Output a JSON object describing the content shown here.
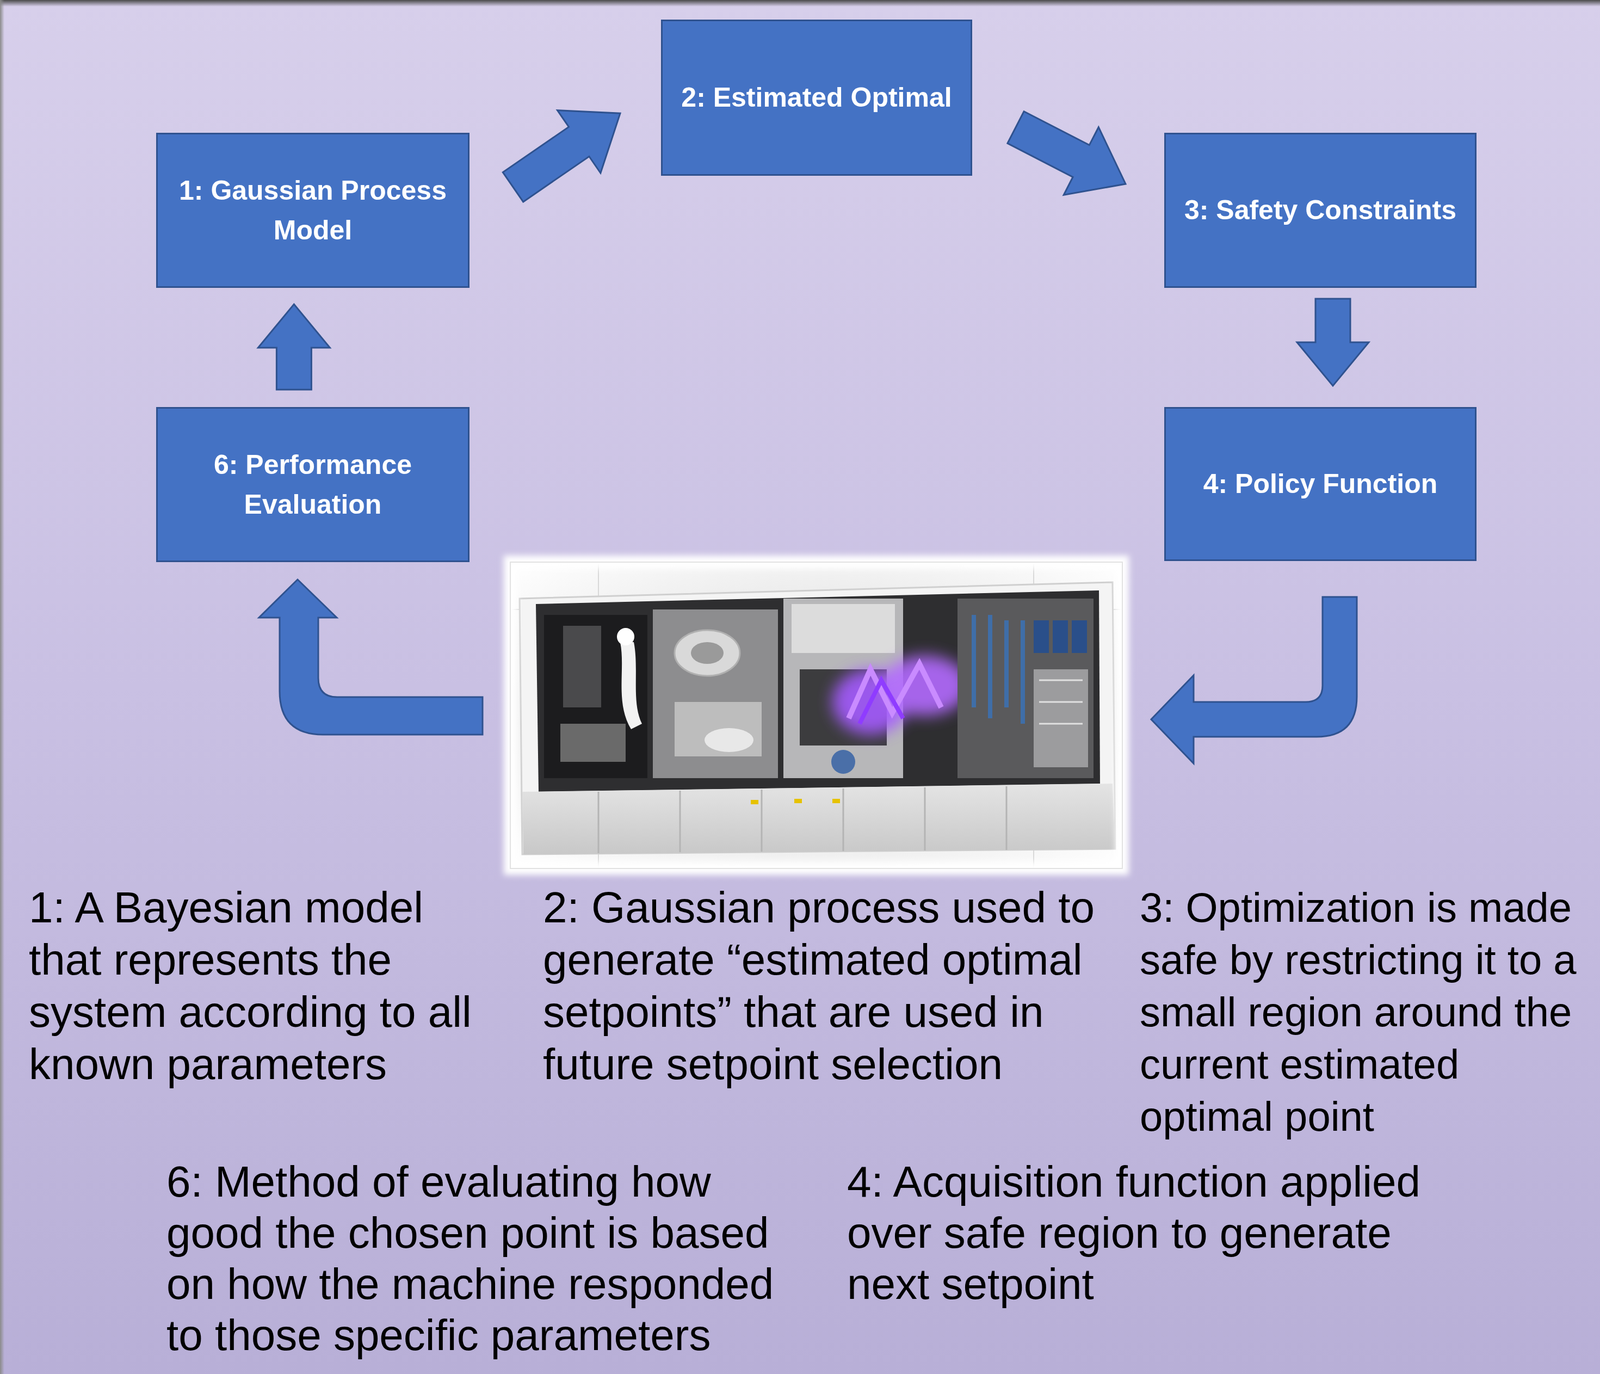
{
  "diagram": {
    "nodes": [
      {
        "text": [
          "1: Gaussian Process Model"
        ]
      },
      {
        "text": [
          "2: Estimated Optimal"
        ]
      },
      {
        "text": [
          "3: Safety Constraints"
        ]
      },
      {
        "text": [
          "4: Policy Function"
        ]
      },
      {
        "text": [
          "6: Performance Evaluation"
        ]
      }
    ],
    "edges": [
      {
        "from": 0,
        "to": 1,
        "arrow": "to"
      },
      {
        "from": 1,
        "to": 2,
        "arrow": "to"
      },
      {
        "from": 2,
        "to": 3,
        "arrow": "to"
      },
      {
        "from": 4,
        "to": 0,
        "arrow": "to"
      }
    ],
    "labels": [
      "1: A Bayesian model that represents the system according to all known parameters",
      "2: Gaussian process used to generate “estimated optimal setpoints” that are used in future setpoint selection",
      "3: Optimization is made safe by restricting it to a small region around the current estimated optimal point",
      "6: Method of evaluating how good the chosen point is based on how the machine responded to those specific parameters",
      "4: Acquisition function applied over safe region to generate next setpoint"
    ]
  }
}
